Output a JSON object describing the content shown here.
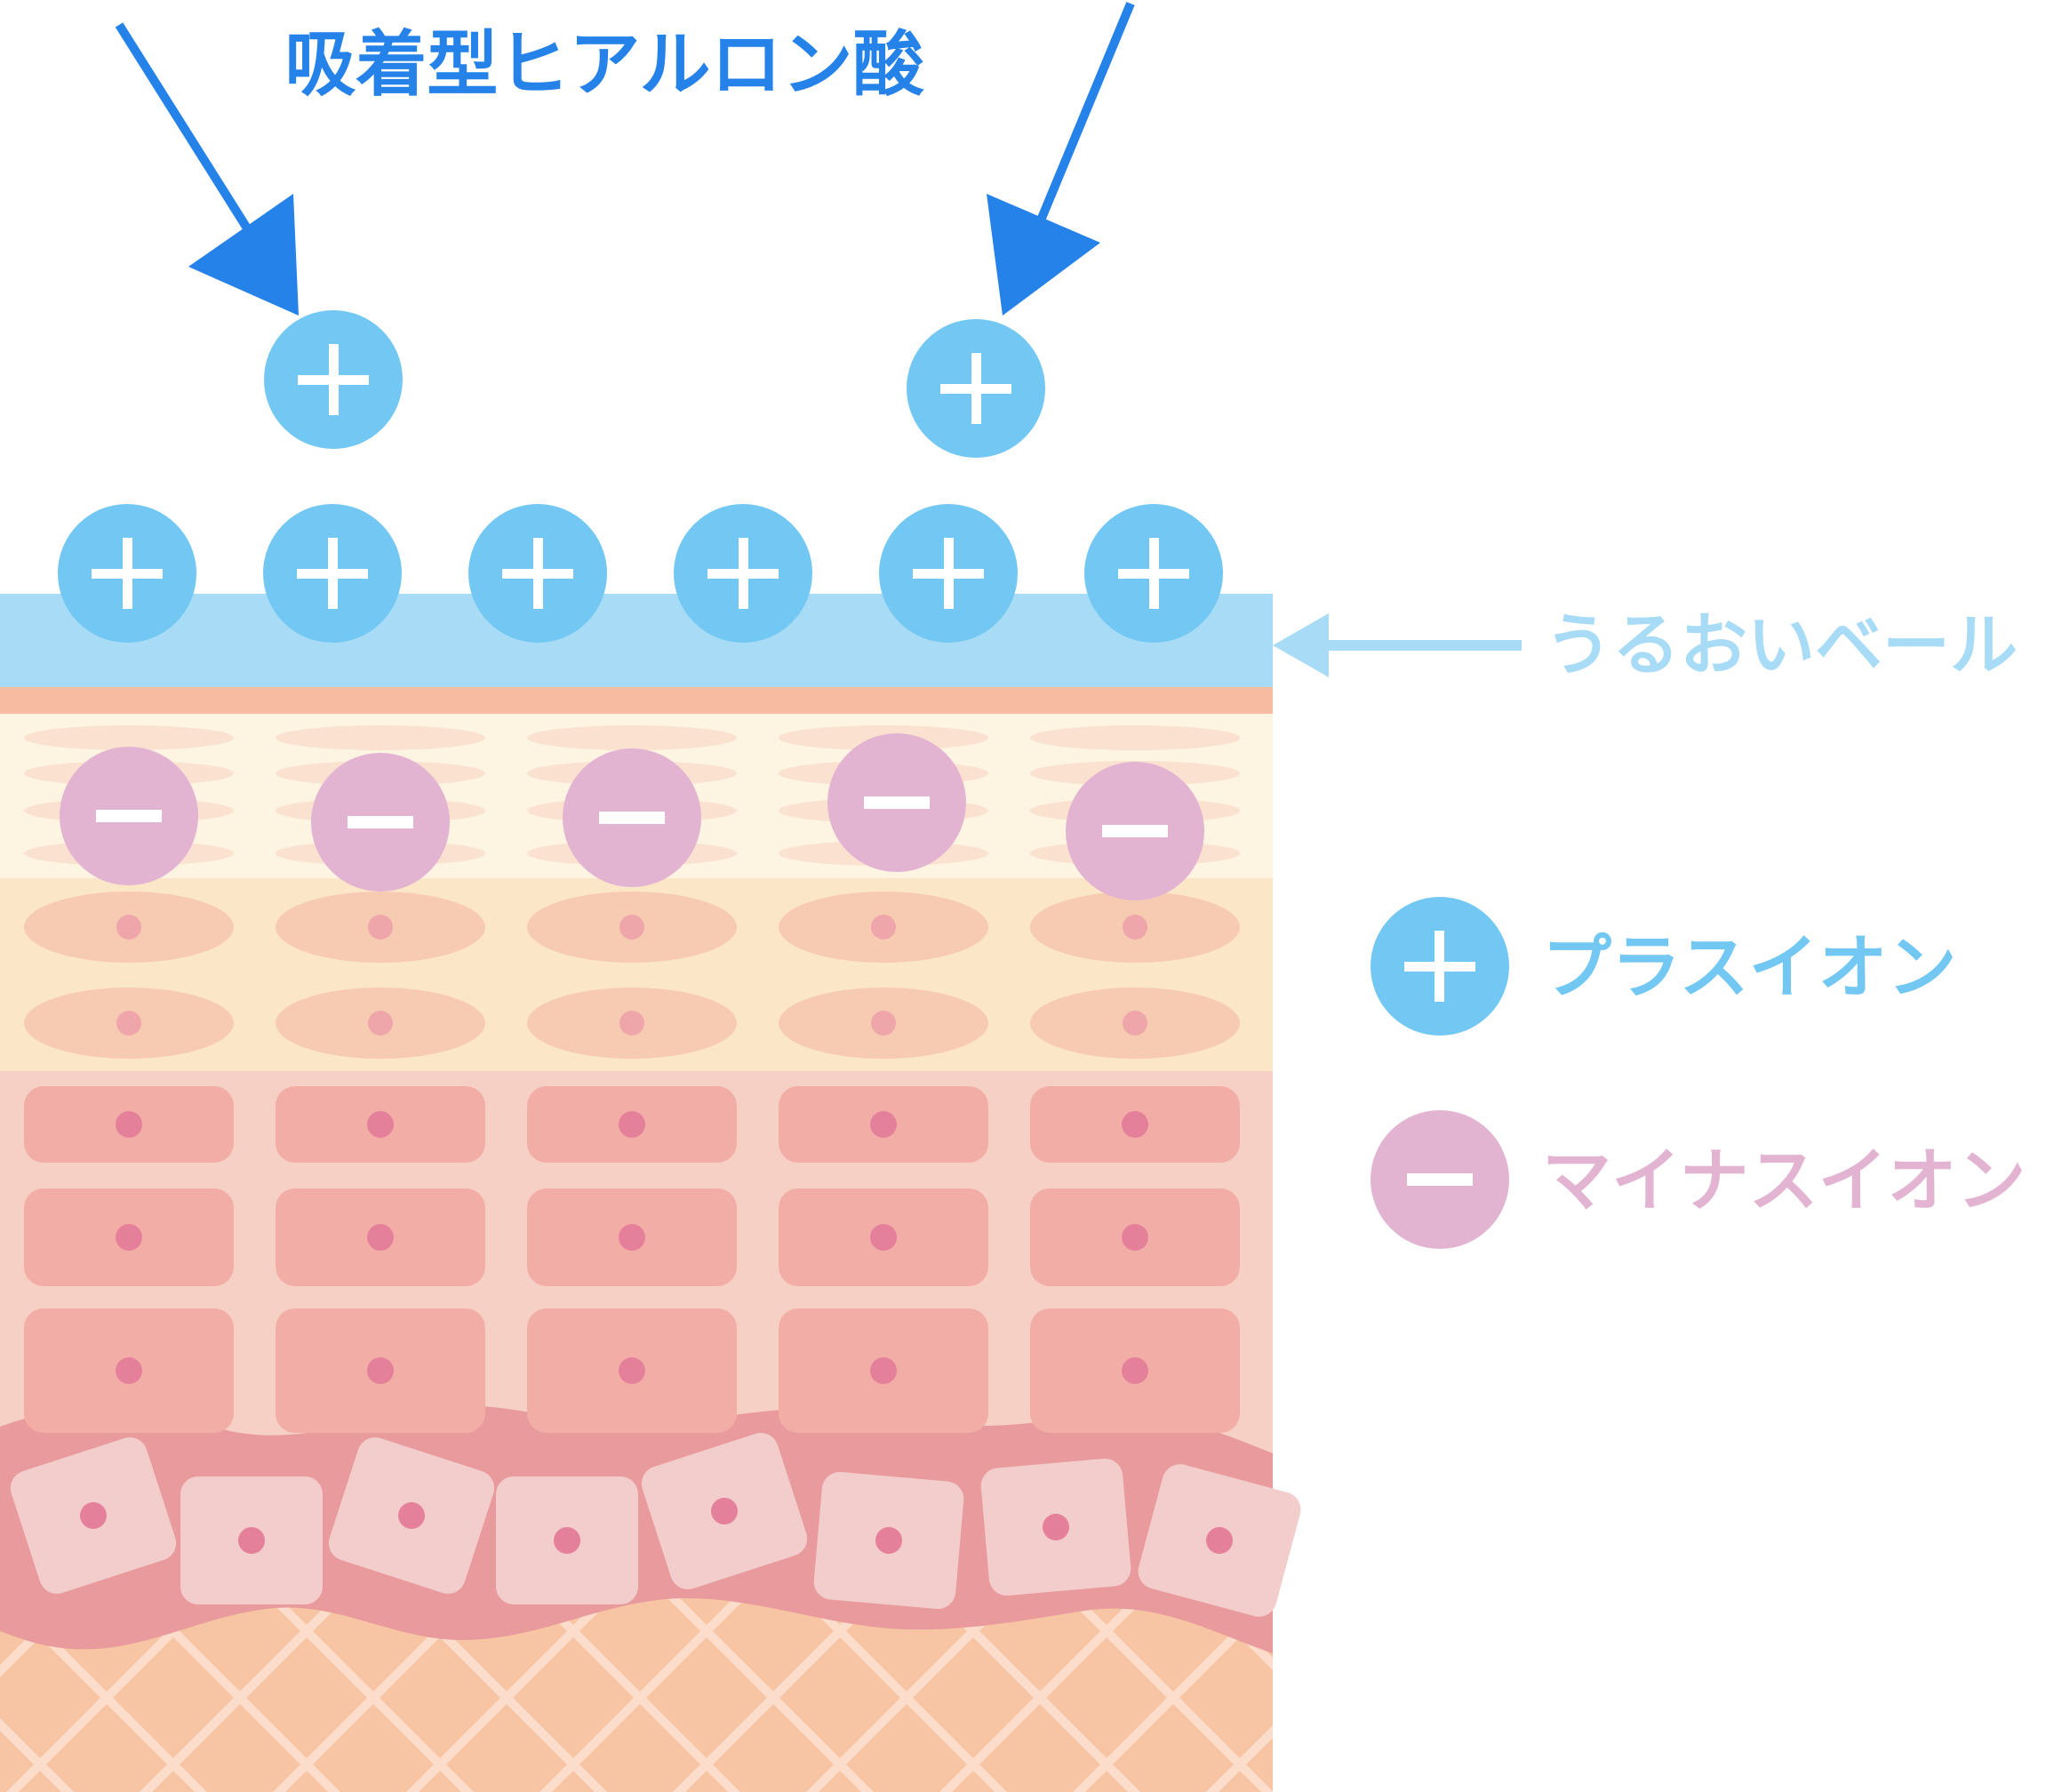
{
  "title": "吸着型ヒアルロン酸",
  "veil_label": "うるおいベール",
  "legend": {
    "plus_label": "プラスイオン",
    "minus_label": "マイナスイオン"
  },
  "colors": {
    "title_blue": "#2582E8",
    "plus_ion": "#72C8F2",
    "minus_ion": "#E2B4D2",
    "veil": "#A8DCF6",
    "veil_label": "#A8DCF6",
    "minus_label": "#E2B4D2",
    "plus_label": "#72C8F2",
    "stratum_corneum_line": "#F6BBA1",
    "stratum_corneum": "#FEF4E2",
    "granular_layer": "#FCE6C8",
    "spinous_layer": "#F7D0C5",
    "basal_layer": "#E89A9C",
    "dermis": "#F7C5A3"
  }
}
